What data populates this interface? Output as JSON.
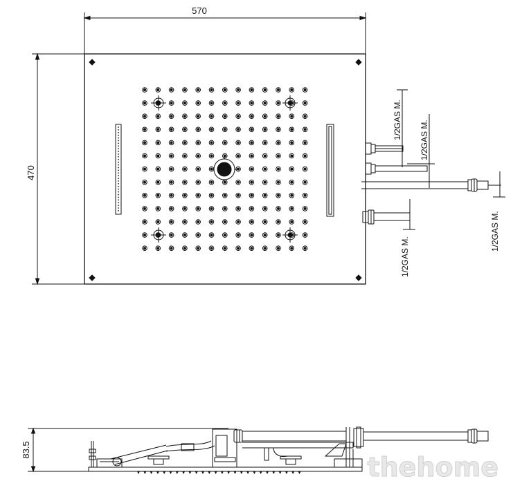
{
  "dimensions": {
    "width": "570",
    "height": "470",
    "side_height": "83.5"
  },
  "fittings": {
    "top_left": "1/2GAS M.",
    "top_right": "1/2GAS M.",
    "bottom": "1/2GAS M.",
    "far_right": "1/2GAS M."
  },
  "watermark": "thehome",
  "colors": {
    "line": "#111111",
    "background": "#ffffff"
  }
}
